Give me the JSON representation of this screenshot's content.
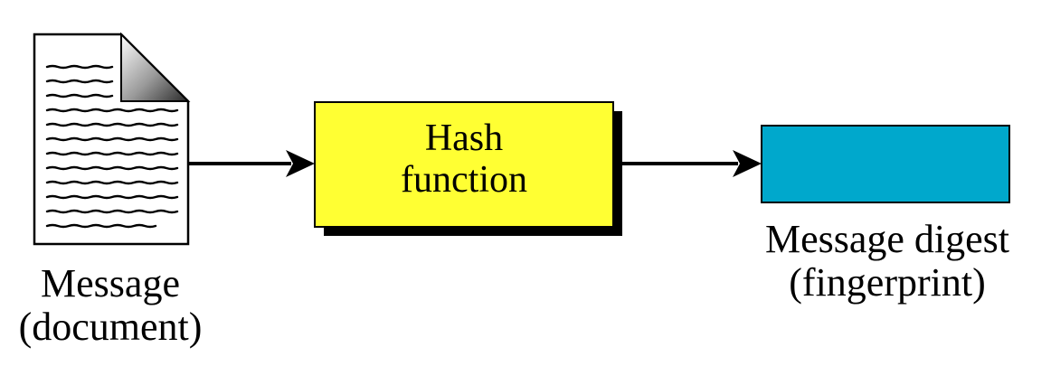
{
  "diagram": {
    "message": {
      "line1": "Message",
      "line2": "(document)",
      "icon": "document-icon"
    },
    "hash_function": {
      "line1": "Hash",
      "line2": "function",
      "fill_color": "#ffff33",
      "shadow_color": "#000000"
    },
    "digest": {
      "line1": "Message digest",
      "line2": "(fingerprint)",
      "fill_color": "#00a8cc"
    },
    "arrow_color": "#000000"
  }
}
